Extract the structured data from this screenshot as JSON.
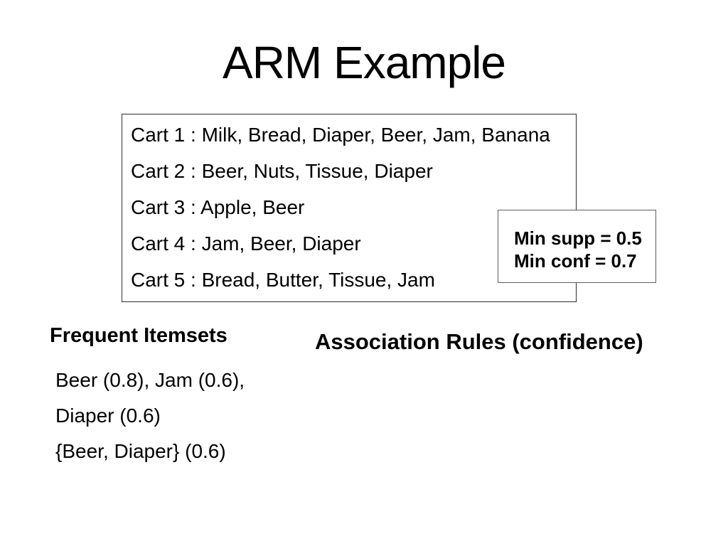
{
  "slide": {
    "title": "ARM Example",
    "cart_box": {
      "lines": [
        "Cart 1 : Milk, Bread, Diaper, Beer, Jam, Banana",
        "Cart 2 : Beer, Nuts, Tissue, Diaper",
        "Cart 3 : Apple, Beer",
        "Cart 4 : Jam, Beer, Diaper",
        "Cart 5 : Bread, Butter, Tissue, Jam"
      ]
    },
    "params_box": {
      "lines": [
        "Min supp = 0.5",
        "Min conf = 0.7"
      ]
    },
    "frequent_itemsets": {
      "heading": "Frequent Itemsets",
      "lines": [
        "Beer (0.8), Jam (0.6),",
        "Diaper (0.6)",
        "{Beer, Diaper} (0.6)"
      ]
    },
    "association_rules": {
      "heading": "Association Rules (confidence)"
    },
    "colors": {
      "background": "#ffffff",
      "text": "#000000",
      "box_border": "#2e2e2e",
      "params_border": "#5f5f5f"
    }
  }
}
